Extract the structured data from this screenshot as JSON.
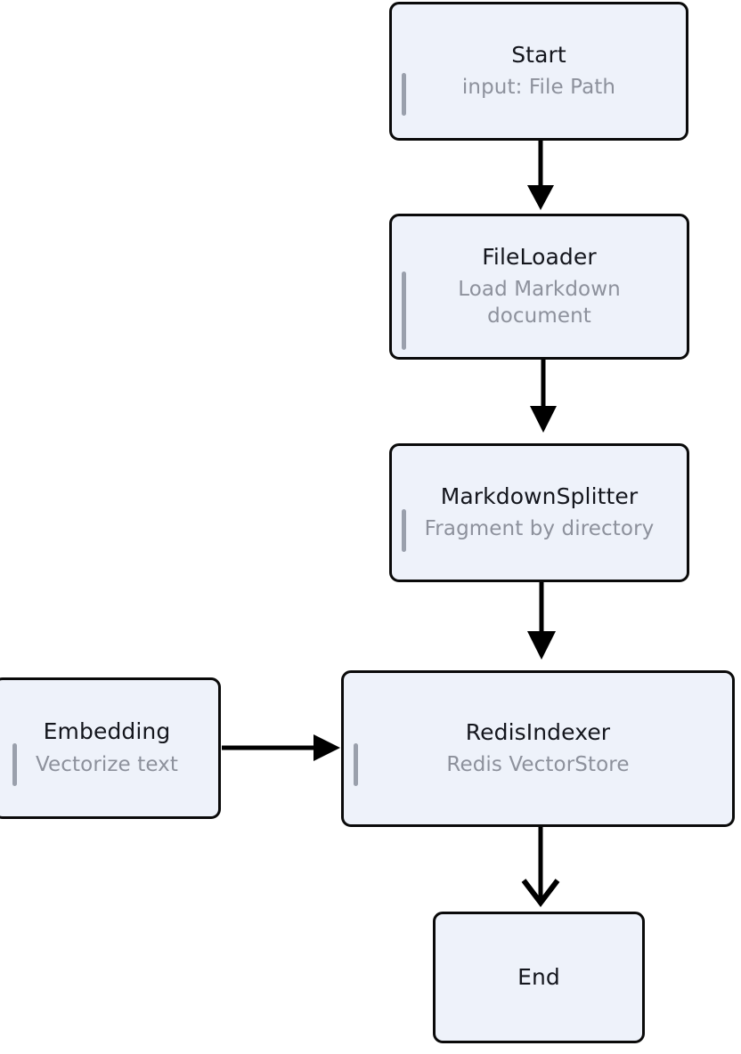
{
  "diagram": {
    "type": "flowchart",
    "orientation": "top-to-bottom",
    "background_color": "#ffffff",
    "node_fill_color": "#eef2fa",
    "node_border_color": "#0a0a0a",
    "title_text_color": "#14161d",
    "subtitle_text_color": "#8d919c",
    "accent_bar_color": "#9aa0ac",
    "edge_color": "#000000",
    "nodes": [
      {
        "id": "start",
        "title": "Start",
        "subtitle": "input: File Path",
        "has_accent_bar": true
      },
      {
        "id": "fileloader",
        "title": "FileLoader",
        "subtitle": "Load Markdown document",
        "has_accent_bar": true
      },
      {
        "id": "markdownsplitter",
        "title": "MarkdownSplitter",
        "subtitle": "Fragment by directory",
        "has_accent_bar": true
      },
      {
        "id": "embedding",
        "title": "Embedding",
        "subtitle": "Vectorize text",
        "has_accent_bar": true
      },
      {
        "id": "redisindexer",
        "title": "RedisIndexer",
        "subtitle": "Redis VectorStore",
        "has_accent_bar": true
      },
      {
        "id": "end",
        "title": "End",
        "subtitle": "",
        "has_accent_bar": false
      }
    ],
    "edges": [
      {
        "id": "e1",
        "from": "start",
        "to": "fileloader",
        "direction": "down",
        "label": ""
      },
      {
        "id": "e2",
        "from": "fileloader",
        "to": "markdownsplitter",
        "direction": "down",
        "label": ""
      },
      {
        "id": "e3",
        "from": "markdownsplitter",
        "to": "redisindexer",
        "direction": "down",
        "label": ""
      },
      {
        "id": "e4",
        "from": "embedding",
        "to": "redisindexer",
        "direction": "right",
        "label": ""
      },
      {
        "id": "e5",
        "from": "redisindexer",
        "to": "end",
        "direction": "down",
        "label": ""
      }
    ]
  }
}
